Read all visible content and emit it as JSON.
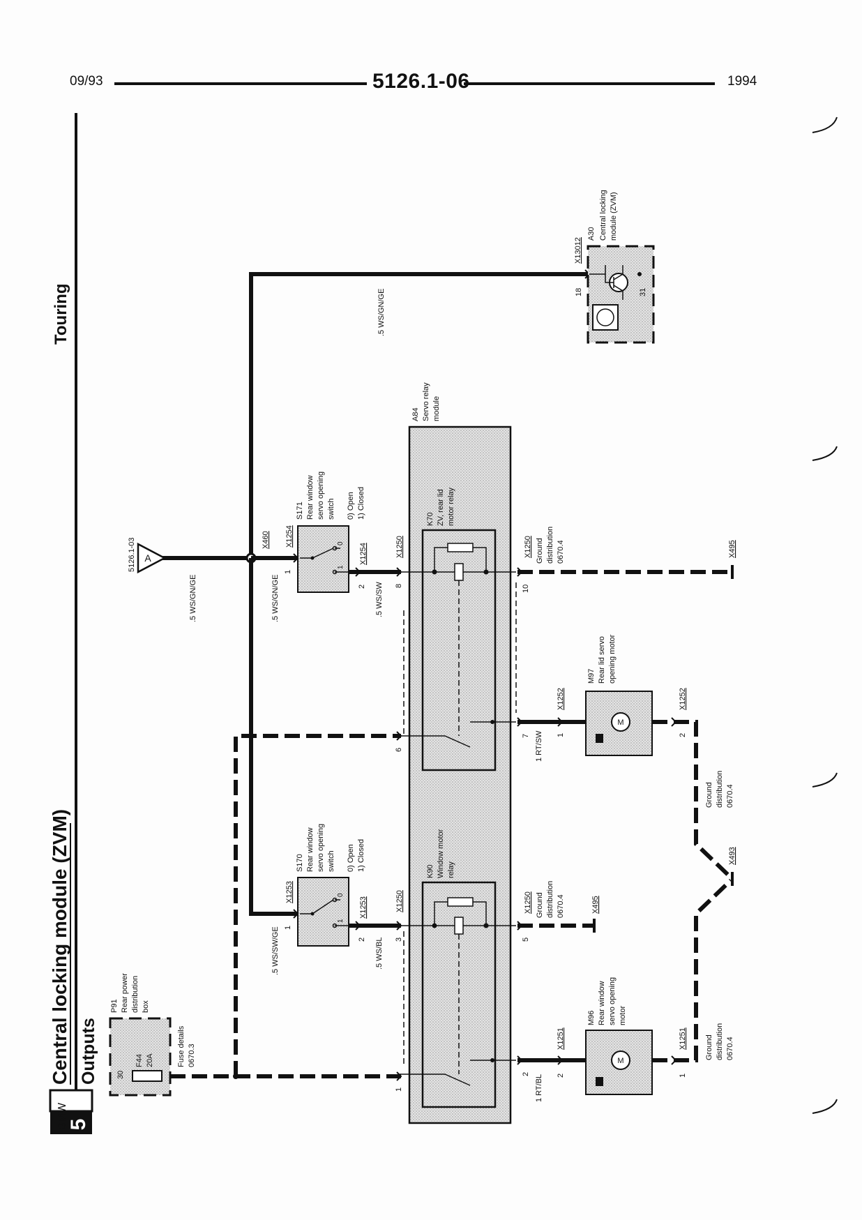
{
  "header": {
    "date": "09/93",
    "doc_number": "5126.1-06",
    "year": "1994"
  },
  "title": {
    "brand": "BMW",
    "series": "5",
    "main": "Central locking module (ZVM)",
    "sub": "Outputs",
    "variant": "Touring"
  },
  "fuse_box": {
    "id": "P91",
    "name_lines": [
      "Rear power",
      "distribution",
      "box"
    ],
    "pin": "30",
    "fuse": "F44",
    "rating": "20A",
    "details_lines": [
      "Fuse details",
      "0670.3"
    ]
  },
  "connector_ref": {
    "target": "5126.1-03",
    "letter": "A"
  },
  "switch_top": {
    "id": "S171",
    "name_lines": [
      "Rear window",
      "servo opening",
      "switch"
    ],
    "positions": [
      "0)  Open",
      "1)  Closed"
    ],
    "contact_labels": [
      "0",
      "1"
    ],
    "connector_in": "X1254",
    "connector_out": "X1254",
    "pin_in": "1",
    "pin_out": "2"
  },
  "switch_bottom": {
    "id": "S170",
    "name_lines": [
      "Rear window",
      "servo opening",
      "switch"
    ],
    "positions": [
      "0)  Open",
      "1)  Closed"
    ],
    "contact_labels": [
      "0",
      "1"
    ],
    "connector_in": "X1253",
    "connector_out": "X1253",
    "pin_in": "1",
    "pin_out": "2"
  },
  "module": {
    "id": "A84",
    "name_lines": [
      "Servo relay",
      "module"
    ]
  },
  "relay_top": {
    "id": "K70",
    "name_lines": [
      "ZV, rear lid",
      "motor relay"
    ]
  },
  "relay_bottom": {
    "id": "K90",
    "name_lines": [
      "Window motor",
      "relay"
    ]
  },
  "zvm": {
    "id": "A30",
    "name_lines": [
      "Central locking",
      "module (ZVM)"
    ],
    "connector": "X13012",
    "pin_18": "18",
    "pin_31": "31"
  },
  "motor_top": {
    "id": "M97",
    "name_lines": [
      "Rear lid servo",
      "opening motor"
    ],
    "connector_in": "X1252",
    "connector_out": "X1252",
    "pin_in": "1",
    "pin_out": "2",
    "symbol": "M"
  },
  "motor_bottom": {
    "id": "M96",
    "name_lines": [
      "Rear window",
      "servo opening",
      "motor"
    ],
    "connector_in": "X1251",
    "connector_out": "X1251",
    "pin_in": "2",
    "pin_out": "1",
    "symbol": "M"
  },
  "wires": {
    "ws_gn_ge": ".5 WS/GN/GE",
    "ws_sw_ge": ".5 WS/SW/GE",
    "ws_sw": ".5 WS/SW",
    "ws_bl": ".5 WS/BL",
    "rt_sw": "1 RT/SW",
    "rt_bl": "1 RT/BL"
  },
  "connectors": {
    "x460": "X460",
    "x1250": "X1250",
    "x495": "X495",
    "x493": "X493"
  },
  "module_pins": {
    "p1": "1",
    "p2": "2",
    "p3": "3",
    "p5": "5",
    "p6": "6",
    "p7": "7",
    "p8": "8",
    "p10": "10"
  },
  "ground": {
    "lines": [
      "Ground",
      "distribution",
      "0670.4"
    ]
  }
}
